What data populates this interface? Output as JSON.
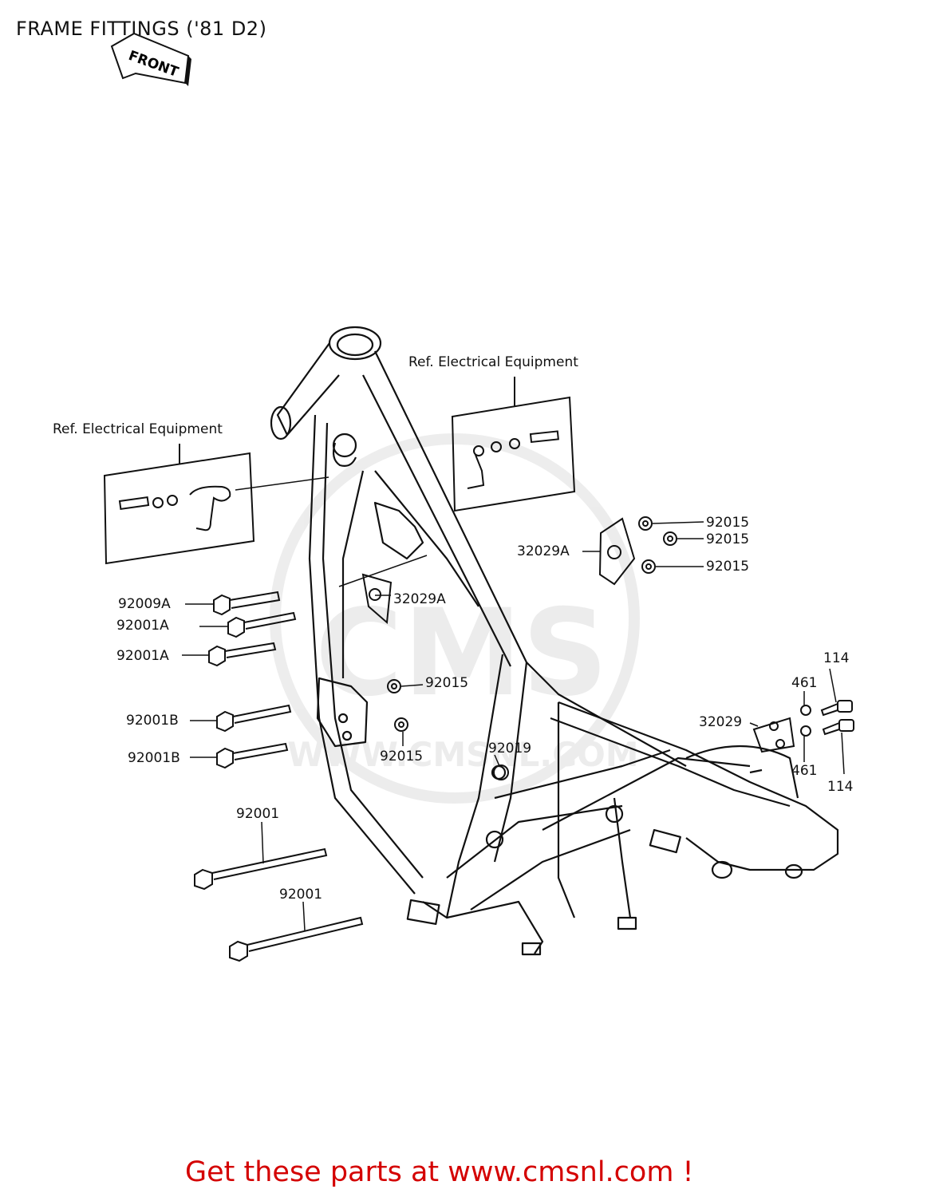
{
  "page_title": "FRAME FITTINGS ('81 D2)",
  "front_arrow_text": "FRONT",
  "ref_labels": [
    "Ref.  Electrical Equipment",
    "Ref.  Electrical Equipment"
  ],
  "watermark_text": "WWW.CMSNL.COM",
  "callouts": {
    "p92015_a": "92015",
    "p92015_b": "92015",
    "p92015_c": "92015",
    "p32029a_a": "32029A",
    "p92009a": "92009A",
    "p92001a_a": "92001A",
    "p32029a_b": "32029A",
    "p92001a_b": "92001A",
    "p92015_d": "92015",
    "p114_a": "114",
    "p461_a": "461",
    "p32029": "32029",
    "p92001b_a": "92001B",
    "p92015_e": "92015",
    "p92019": "92019",
    "p92001b_b": "92001B",
    "p461_b": "461",
    "p114_b": "114",
    "p92001_a": "92001",
    "p92001_b": "92001"
  },
  "footer_text": "Get these parts at www.cmsnl.com !"
}
